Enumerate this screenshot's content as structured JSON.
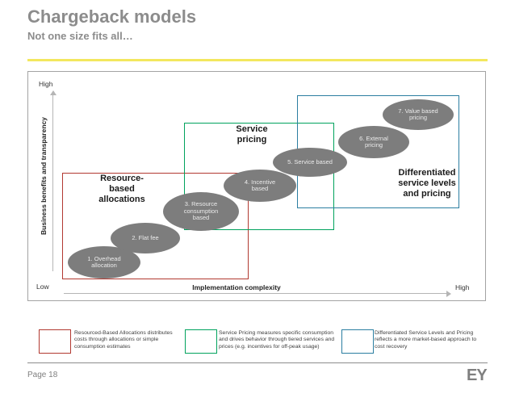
{
  "header": {
    "title": "Chargeback models",
    "subtitle": "Not one size fits all…"
  },
  "colors": {
    "accent_line": "#f3e75e",
    "title_gray": "#8c8c8c",
    "bubble_gray": "#7d7d7d",
    "resource_red": "#b23931",
    "service_green": "#00a25d",
    "differentiated_blue": "#2b7ea1"
  },
  "chart_data": {
    "type": "scatter",
    "title": "",
    "xlabel": "Implementation complexity",
    "ylabel": "Business benefits and transparency",
    "x_range": [
      "Low",
      "High"
    ],
    "y_range": [
      "Low",
      "High"
    ],
    "grid": false,
    "points": [
      {
        "label": "1. Overhead allocation",
        "x": 0.17,
        "y": 0.12,
        "group": "Resource-based allocations"
      },
      {
        "label": "2. Flat fee",
        "x": 0.27,
        "y": 0.24,
        "group": "Resource-based allocations"
      },
      {
        "label": "3. Resource consumption based",
        "x": 0.41,
        "y": 0.37,
        "group": "Resource-based allocations / Service pricing"
      },
      {
        "label": "4. Incentive based",
        "x": 0.56,
        "y": 0.5,
        "group": "Service pricing"
      },
      {
        "label": "5. Service based",
        "x": 0.69,
        "y": 0.61,
        "group": "Service pricing / Differentiated service levels and pricing"
      },
      {
        "label": "6. External pricing",
        "x": 0.85,
        "y": 0.71,
        "group": "Differentiated service levels and pricing"
      },
      {
        "label": "7. Value based pricing",
        "x": 0.96,
        "y": 0.84,
        "group": "Differentiated service levels and pricing"
      }
    ]
  },
  "axes": {
    "y": {
      "label": "Business benefits and transparency",
      "high": "High"
    },
    "x": {
      "label": "Implementation complexity",
      "high": "High"
    },
    "origin_label": "Low"
  },
  "groups": [
    {
      "name": "resource-based-allocations",
      "label": "Resource-\nbased\nallocations",
      "color": "#b23931"
    },
    {
      "name": "service-pricing",
      "label": "Service\npricing",
      "color": "#00a25d"
    },
    {
      "name": "differentiated-service-levels",
      "label": "Differentiated\nservice levels\nand pricing",
      "color": "#2b7ea1"
    }
  ],
  "models": [
    {
      "label": "1. Overhead\nallocation"
    },
    {
      "label": "2. Flat fee"
    },
    {
      "label": "3. Resource\nconsumption\nbased"
    },
    {
      "label": "4. Incentive\nbased"
    },
    {
      "label": "5. Service based"
    },
    {
      "label": "6. External\npricing"
    },
    {
      "label": "7. Value based\npricing"
    }
  ],
  "legend": [
    {
      "color": "#b23931",
      "text": "Resourced-Based Allocations distributes costs through allocations or simple consumption estimates"
    },
    {
      "color": "#00a25d",
      "text": "Service Pricing measures specific consumption and drives behavior through tiered services and prices (e.g. incentives for off-peak usage)"
    },
    {
      "color": "#2b7ea1",
      "text": "Differentiated Service Levels and Pricing reflects a more market-based approach to cost recovery"
    }
  ],
  "footer": {
    "page_label": "Page 18",
    "logo_text": "EY"
  }
}
